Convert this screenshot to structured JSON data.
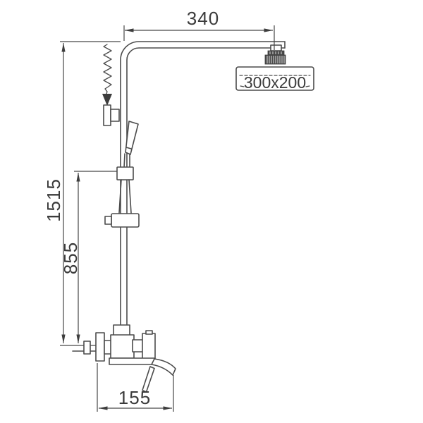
{
  "title": "Shower column dimensional drawing",
  "colors": {
    "background": "#ffffff",
    "line": "#4b4b4b",
    "dimension_line": "#474747",
    "text": "#3b3b3b"
  },
  "drawing": {
    "subject": "rain shower set with riser, hand shower, mixer and waterfall spout",
    "dimensions": {
      "arm_reach": {
        "value": "340",
        "orientation": "horizontal",
        "location": "top"
      },
      "head_size": {
        "value": "300x200",
        "orientation": "horizontal",
        "location": "shower-head"
      },
      "total_height": {
        "value": "1515",
        "orientation": "vertical",
        "location": "left-outer"
      },
      "hand_shower_height": {
        "value": "855",
        "orientation": "vertical",
        "location": "left-inner"
      },
      "spout_reach": {
        "value": "155",
        "orientation": "horizontal",
        "location": "bottom"
      }
    }
  }
}
